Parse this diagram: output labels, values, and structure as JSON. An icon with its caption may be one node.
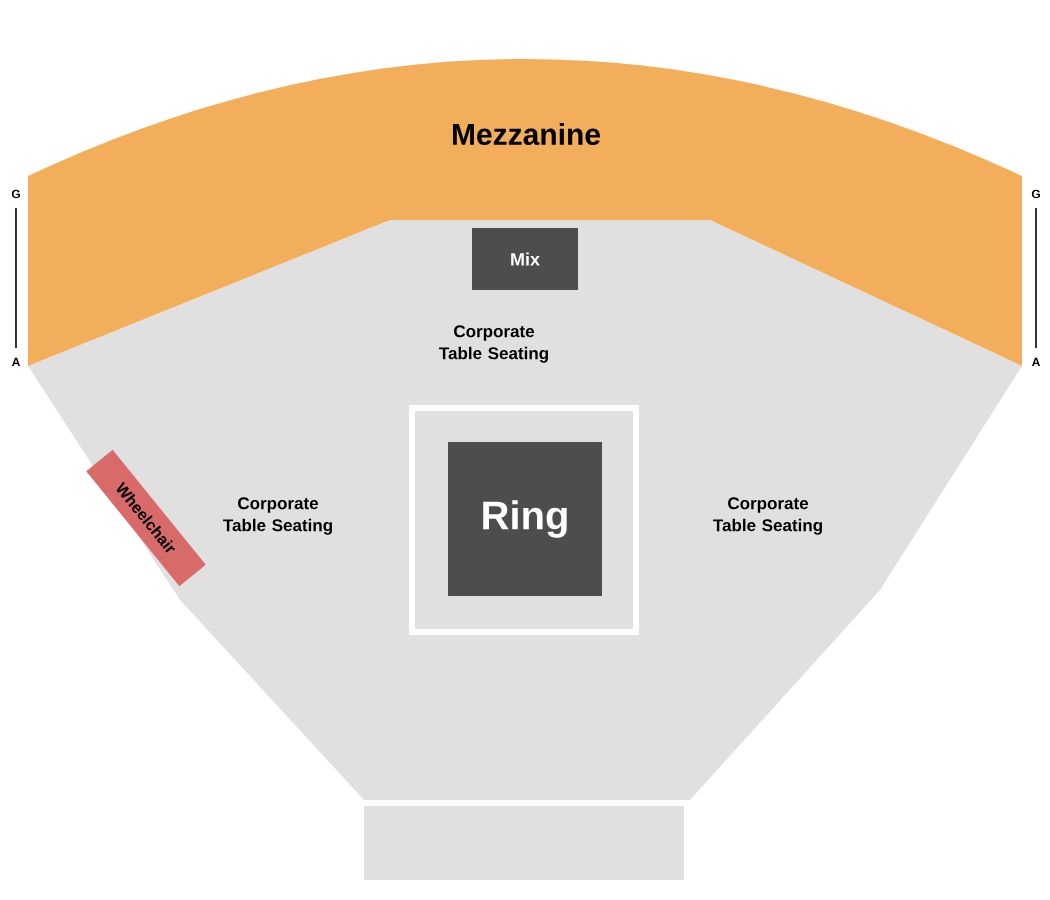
{
  "diagram": {
    "nodes": [
      {
        "text": [
          "Mezzanine"
        ]
      },
      {
        "text": [
          "Mix"
        ]
      },
      {
        "text": [
          "Ring"
        ]
      },
      {
        "text": [
          "Wheelchair"
        ]
      },
      {
        "text": [],
        "shape": "box"
      }
    ],
    "edges": [],
    "labels": [
      "G",
      "A",
      "G",
      "A",
      "Corporate Table Seating",
      "Corporate Table Seating",
      "Corporate Table Seating"
    ]
  }
}
